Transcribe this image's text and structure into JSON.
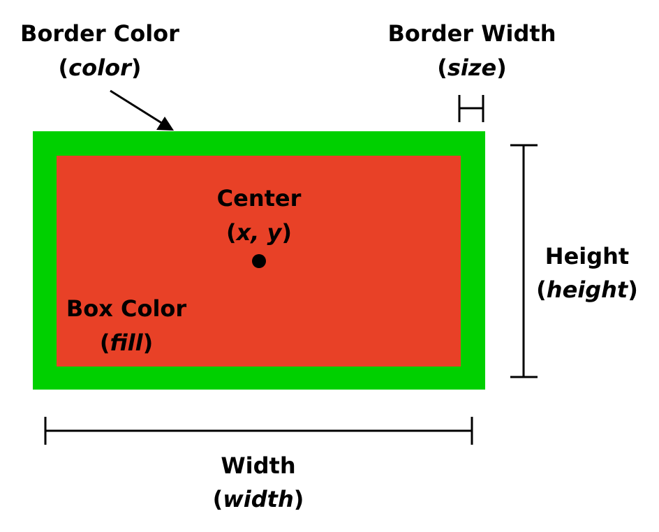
{
  "colors": {
    "border": "#00d000",
    "fill": "#e84127",
    "ink": "#000000",
    "background": "#ffffff"
  },
  "labels": {
    "border_color": {
      "title": "Border Color",
      "param": "color"
    },
    "border_width": {
      "title": "Border Width",
      "param": "size"
    },
    "center": {
      "title": "Center",
      "param": "x, y"
    },
    "box_color": {
      "title": "Box Color",
      "param": "fill"
    },
    "height": {
      "title": "Height",
      "param": "height"
    },
    "width": {
      "title": "Width",
      "param": "width"
    }
  }
}
